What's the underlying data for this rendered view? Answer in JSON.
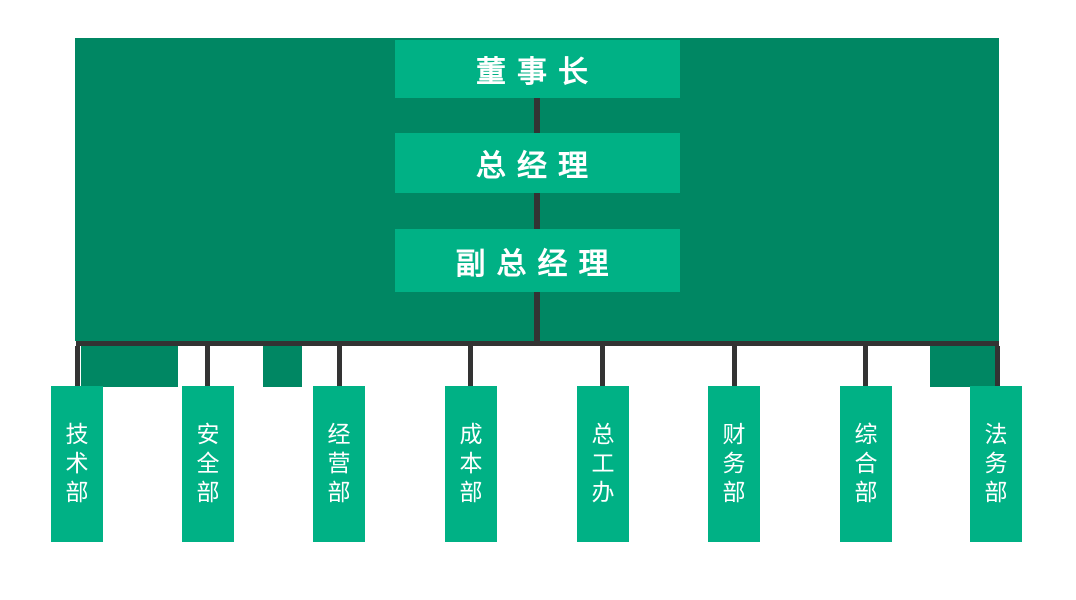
{
  "colors": {
    "dark_green": "#008763",
    "light_green": "#00b185",
    "connector": "#333333",
    "text": "#ffffff",
    "background": "#ffffff"
  },
  "hierarchy": [
    {
      "label": "董事长"
    },
    {
      "label": "总经理"
    },
    {
      "label": "副总经理"
    }
  ],
  "departments": [
    {
      "label": "技术部"
    },
    {
      "label": "安全部"
    },
    {
      "label": "经营部"
    },
    {
      "label": "成本部"
    },
    {
      "label": "总工办"
    },
    {
      "label": "财务部"
    },
    {
      "label": "综合部"
    },
    {
      "label": "法务部"
    }
  ]
}
